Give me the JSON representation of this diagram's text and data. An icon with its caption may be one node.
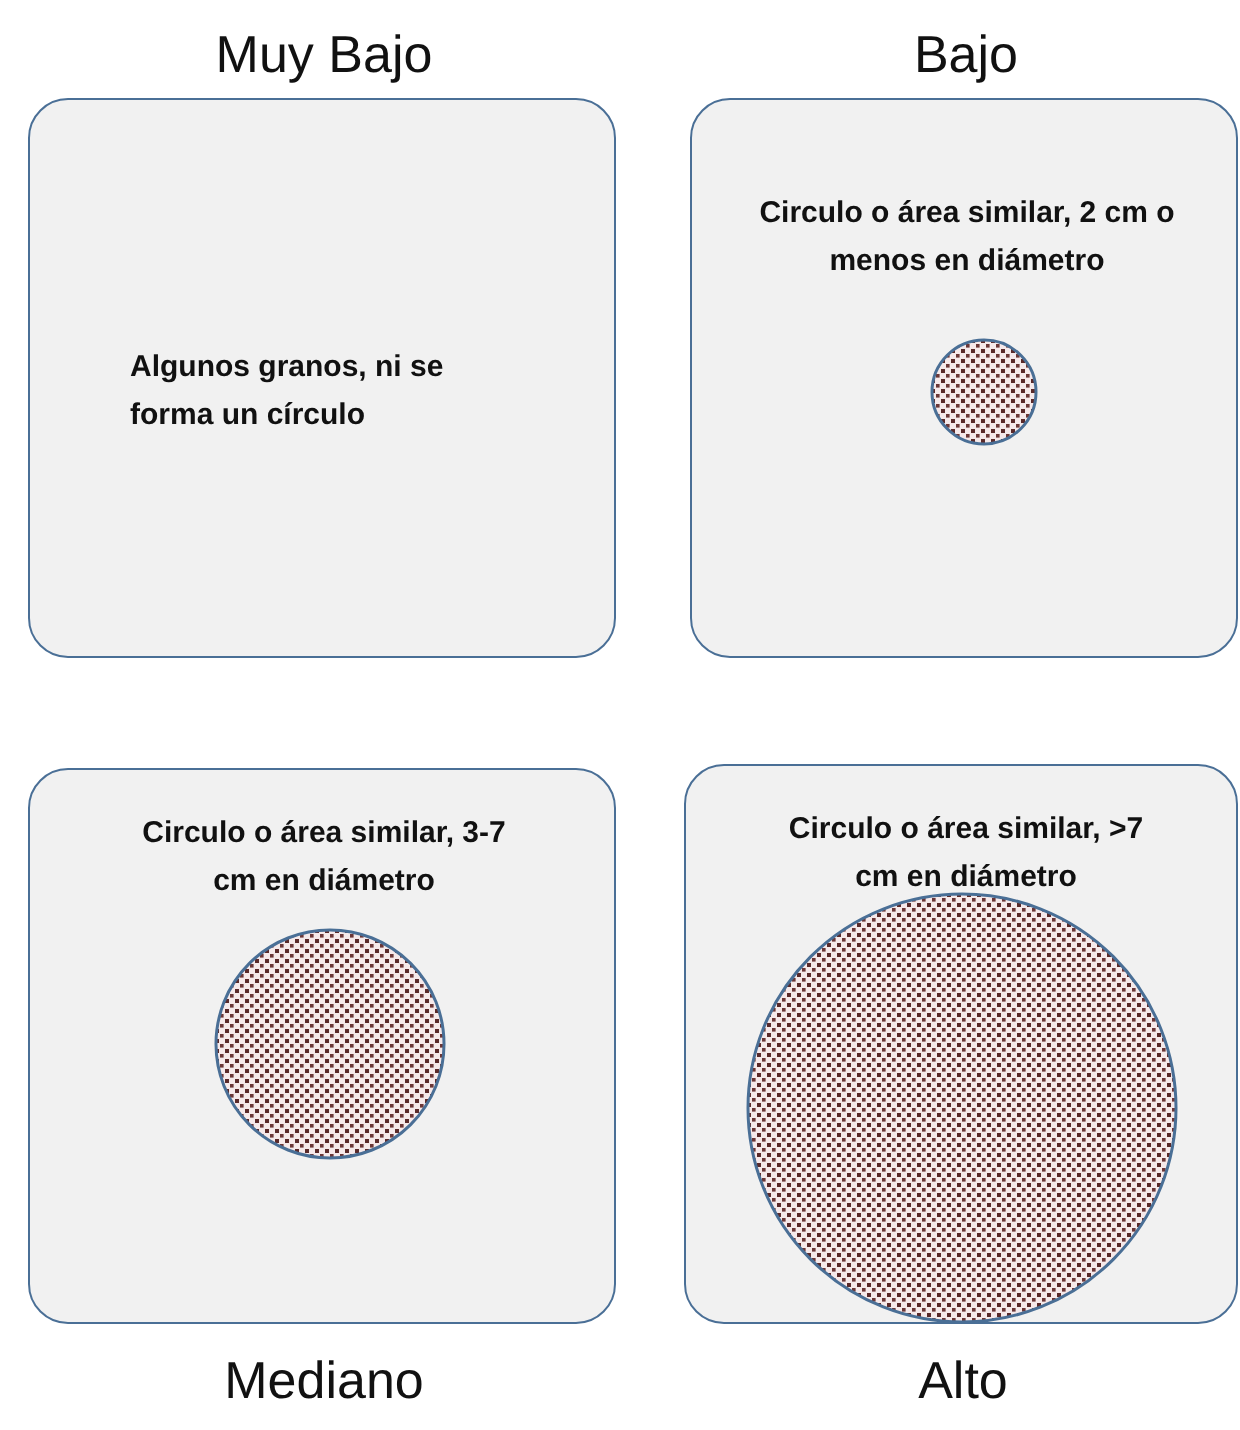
{
  "diagram": {
    "nodes": [
      {
        "text": [
          "Muy Bajo",
          "Algunos granos, ni se forma un círculo"
        ]
      },
      {
        "text": [
          "Bajo",
          "Circulo o área similar, 2 cm o menos en diámetro"
        ]
      },
      {
        "text": [],
        "shape": "circle",
        "in": 1
      },
      {
        "text": [
          "Circulo o área similar, 3-7 cm en diámetro",
          "Mediano"
        ]
      },
      {
        "text": [],
        "shape": "circle",
        "in": 3
      },
      {
        "text": [
          "Circulo o área similar, >7 cm en diámetro",
          "Alto"
        ]
      },
      {
        "text": [],
        "shape": "circle",
        "in": 5
      }
    ]
  }
}
